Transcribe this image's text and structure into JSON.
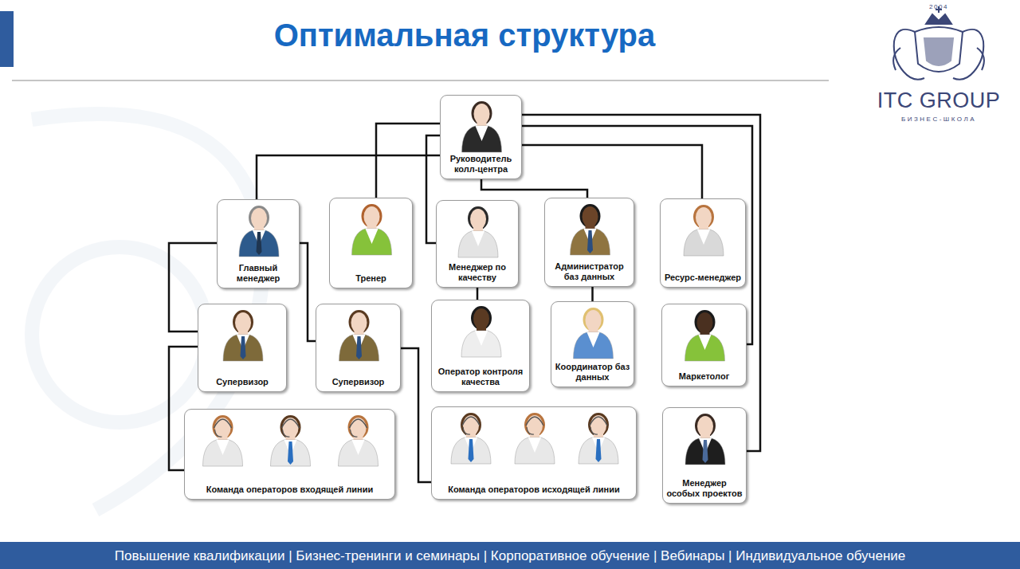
{
  "diagram": {
    "title": "Оптимальная структура",
    "nodes": [
      {
        "text": [
          "Руководитель колл-центра"
        ]
      },
      {
        "text": [
          "Главный менеджер"
        ]
      },
      {
        "text": [
          "Тренер"
        ]
      },
      {
        "text": [
          "Менеджер по качеству"
        ]
      },
      {
        "text": [
          "Администратор баз данных"
        ]
      },
      {
        "text": [
          "Ресурс-менеджер"
        ]
      },
      {
        "text": [
          "Супервизор"
        ]
      },
      {
        "text": [
          "Супервизор"
        ]
      },
      {
        "text": [
          "Оператор контроля качества"
        ]
      },
      {
        "text": [
          "Координатор баз данных"
        ]
      },
      {
        "text": [
          "Маркетолог"
        ]
      },
      {
        "text": [
          "Команда операторов входящей линии"
        ]
      },
      {
        "text": [
          "Команда операторов исходящей линии"
        ]
      },
      {
        "text": [
          "Менеджер особых проектов"
        ]
      }
    ],
    "edges": [
      {
        "from": 0,
        "to": 1,
        "arrow": "none"
      },
      {
        "from": 0,
        "to": 2,
        "arrow": "none"
      },
      {
        "from": 0,
        "to": 3,
        "arrow": "none"
      },
      {
        "from": 0,
        "to": 4,
        "arrow": "none"
      },
      {
        "from": 0,
        "to": 5,
        "arrow": "none"
      },
      {
        "from": 0,
        "to": 10,
        "arrow": "none"
      },
      {
        "from": 0,
        "to": 13,
        "arrow": "none"
      },
      {
        "from": 1,
        "to": 6,
        "arrow": "none"
      },
      {
        "from": 1,
        "to": 7,
        "arrow": "none"
      },
      {
        "from": 3,
        "to": 8,
        "arrow": "none"
      },
      {
        "from": 4,
        "to": 9,
        "arrow": "none"
      },
      {
        "from": 6,
        "to": 11,
        "arrow": "none"
      },
      {
        "from": 7,
        "to": 12,
        "arrow": "none"
      }
    ],
    "labels": [
      "2004",
      "ITC GROUP",
      "БИЗНЕС-ШКОЛА",
      "Повышение квалификации  |  Бизнес-тренинги и семинары  |  Корпоративное обучение  |  Вебинары  |  Индивидуальное обучение"
    ]
  }
}
